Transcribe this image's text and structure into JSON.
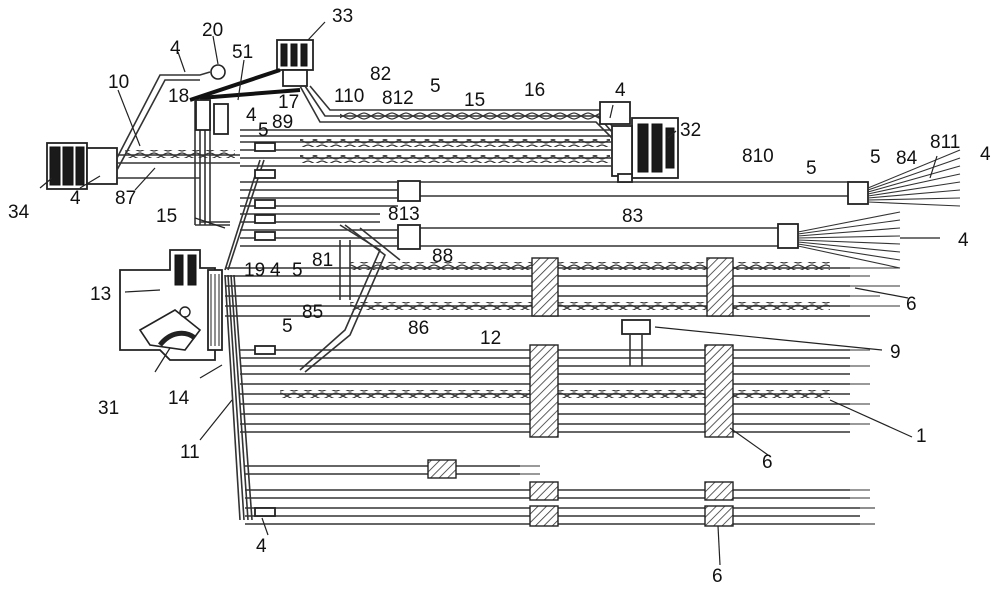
{
  "figure": {
    "labels": [
      {
        "id": "33",
        "text": "33"
      },
      {
        "id": "20",
        "text": "20"
      },
      {
        "id": "4_top",
        "text": "4"
      },
      {
        "id": "51",
        "text": "51"
      },
      {
        "id": "10",
        "text": "10"
      },
      {
        "id": "18",
        "text": "18"
      },
      {
        "id": "17",
        "text": "17"
      },
      {
        "id": "110",
        "text": "110"
      },
      {
        "id": "82",
        "text": "82"
      },
      {
        "id": "812",
        "text": "812"
      },
      {
        "id": "5_top",
        "text": "5"
      },
      {
        "id": "15_top",
        "text": "15"
      },
      {
        "id": "16",
        "text": "16"
      },
      {
        "id": "4_conn32",
        "text": "4"
      },
      {
        "id": "32",
        "text": "32"
      },
      {
        "id": "4_mid",
        "text": "4"
      },
      {
        "id": "5_mid",
        "text": "5"
      },
      {
        "id": "89",
        "text": "89"
      },
      {
        "id": "810",
        "text": "810"
      },
      {
        "id": "5_r1",
        "text": "5"
      },
      {
        "id": "84",
        "text": "84"
      },
      {
        "id": "811",
        "text": "811"
      },
      {
        "id": "4_r1",
        "text": "4"
      },
      {
        "id": "34",
        "text": "34"
      },
      {
        "id": "4_left",
        "text": "4"
      },
      {
        "id": "87",
        "text": "87"
      },
      {
        "id": "5_r2",
        "text": "5"
      },
      {
        "id": "813",
        "text": "813"
      },
      {
        "id": "83",
        "text": "83"
      },
      {
        "id": "4_r2",
        "text": "4"
      },
      {
        "id": "15_left",
        "text": "15"
      },
      {
        "id": "19",
        "text": "19"
      },
      {
        "id": "4_19",
        "text": "4"
      },
      {
        "id": "5_19",
        "text": "5"
      },
      {
        "id": "81",
        "text": "81"
      },
      {
        "id": "88",
        "text": "88"
      },
      {
        "id": "13",
        "text": "13"
      },
      {
        "id": "6_a",
        "text": "6"
      },
      {
        "id": "85",
        "text": "85"
      },
      {
        "id": "12",
        "text": "12"
      },
      {
        "id": "5_85",
        "text": "5"
      },
      {
        "id": "86",
        "text": "86"
      },
      {
        "id": "9",
        "text": "9"
      },
      {
        "id": "31",
        "text": "31"
      },
      {
        "id": "14",
        "text": "14"
      },
      {
        "id": "1",
        "text": "1"
      },
      {
        "id": "11",
        "text": "11"
      },
      {
        "id": "6_b",
        "text": "6"
      },
      {
        "id": "4_bottom",
        "text": "4"
      },
      {
        "id": "6_c",
        "text": "6"
      }
    ]
  }
}
